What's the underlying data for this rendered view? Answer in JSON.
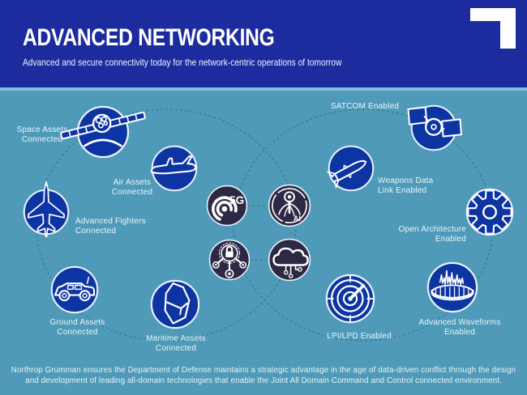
{
  "header": {
    "title": "ADVANCED NETWORKING",
    "subtitle": "Advanced and secure connectivity today for the network-centric operations of tomorrow"
  },
  "nodes": {
    "space": {
      "label": "Space Assets\nConnected"
    },
    "air": {
      "label": "Air Assets\nConnected"
    },
    "fighters": {
      "label": "Advanced Fighters\nConnected"
    },
    "ground": {
      "label": "Ground Assets\nConnected"
    },
    "maritime": {
      "label": "Maritime Assets\nConnected"
    },
    "satcom": {
      "label": "SATCOM Enabled"
    },
    "weapons": {
      "label": "Weapons Data\nLink Enabled"
    },
    "open_architecture": {
      "label": "Open Architecture\nEnabled"
    },
    "lpi": {
      "label": "LPI/LPD Enabled"
    },
    "waveforms": {
      "label": "Advanced Waveforms\nEnabled"
    }
  },
  "center": {
    "five_g": {
      "label": "5G"
    },
    "ai": {
      "label": "AI"
    }
  },
  "footer": {
    "text": "Northrop Grumman ensures the Department of Defense maintains a strategic advantage in the age of data-driven conflict through the design\nand development of leading all-domain technologies that enable the Joint All Domain Command and Control connected environment."
  },
  "colors": {
    "header_navy": "#1c2b9e",
    "body_teal": "#4f9ab8",
    "node_blue": "#0d34a3",
    "center_dark": "#2f2845",
    "divider_teal": "#7cc3d6",
    "dotted_ring": "#2f7f9f"
  }
}
